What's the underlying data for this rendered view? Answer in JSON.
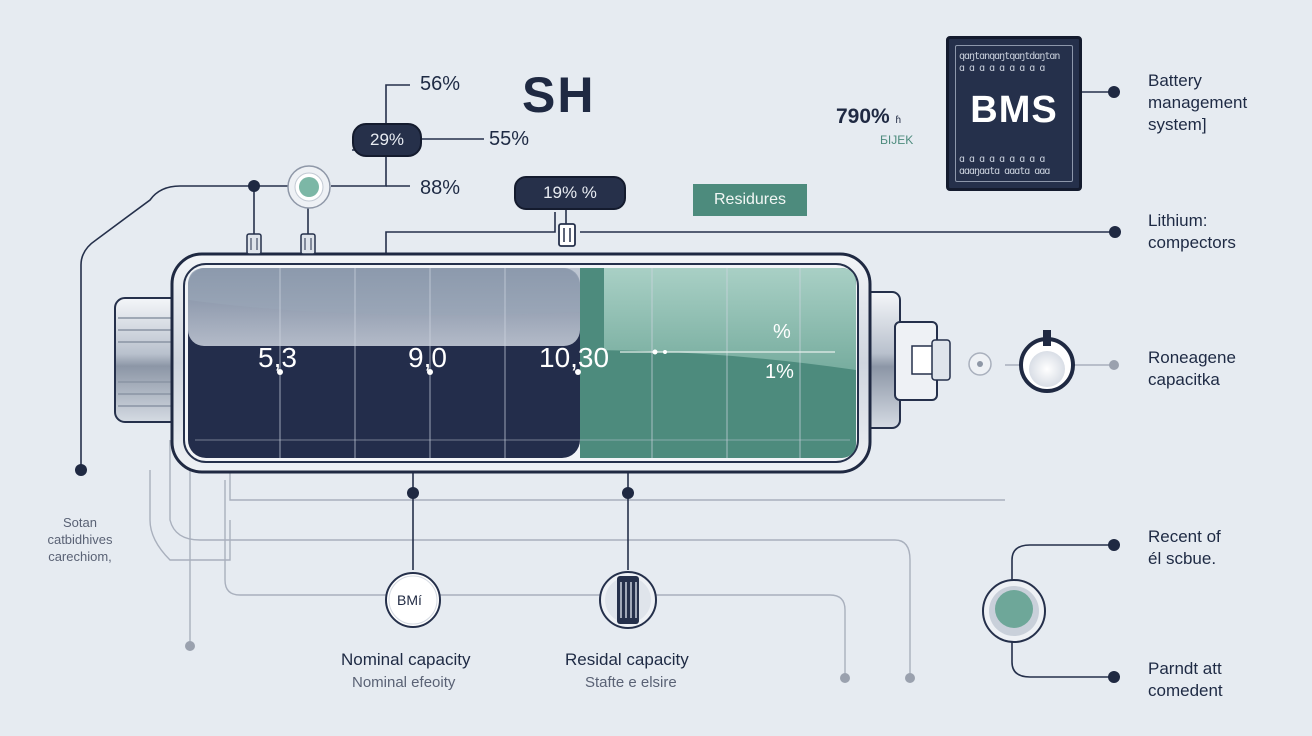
{
  "header": {
    "title": "SH"
  },
  "top_percentages": {
    "p1": "56%",
    "p2": "29%",
    "p3": "55%",
    "p4": "88%",
    "p5": "19% %"
  },
  "tags": {
    "residures": "Residures"
  },
  "bms": {
    "label": "BMS",
    "noise_top": "qɑŋtɑnqɑŋtqɑŋtdɑŋtɑn\nɑ ɑ ɑ ɑ ɑ ɑ ɑ ɑ ɑ",
    "noise_bottom": "ɑ ɑ ɑ ɑ ɑ ɑ ɑ ɑ ɑ\nɑɑɑŋɑɑtɑ ɑɑɑtɑ ɑɑɑ"
  },
  "stat": {
    "value": "790% ",
    "suffix": "ɦ",
    "sub": "ƂIJEK"
  },
  "battery": {
    "values": [
      "5,3",
      "9,0",
      "10,30"
    ],
    "right_top": "%",
    "right_bottom": "1%",
    "fill_fraction": 0.58
  },
  "right_labels": {
    "battery_management": "Battery management system]",
    "lithium": "Lithium: compectors",
    "roneagene": "Roneagene capacitka",
    "recent": "Recent of él scbue.",
    "parindt": "Parndt att comedent"
  },
  "left_note": "Sotan catbidhives carechiom,",
  "bottom": {
    "bmi_icon_label": "BMí",
    "nominal_title": "Nominal capacity",
    "nominal_sub": "Nominal efeoity",
    "residal_title": "Residal capacity",
    "residal_sub": "Stafte e elsire"
  },
  "colors": {
    "background": "#e6ebf1",
    "navy": "#1f2942",
    "teal": "#4d8b7d",
    "line": "#25304b",
    "thin_line": "#a9b0bd"
  }
}
